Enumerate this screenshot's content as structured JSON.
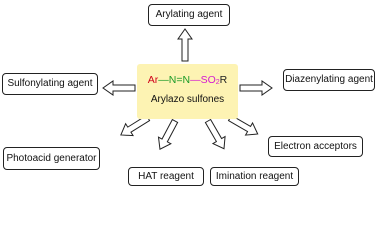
{
  "center": {
    "formula": {
      "ar": "Ar",
      "n1": "N",
      "eq": "=",
      "n2": "N",
      "so": "SO",
      "sub": "2",
      "r": "R"
    },
    "label": "Arylazo sulfones"
  },
  "nodes": {
    "arylating": "Arylating agent",
    "sulfonylating": "Sulfonylating agent",
    "diazenylating": "Diazenylating agent",
    "photoacid": "Photoacid generator",
    "hat": "HAT reagent",
    "imination": "Imination reagent",
    "electron": "Electron acceptors"
  },
  "colors": {
    "center_fill": "#fdf3b3",
    "ar": "#d0021b",
    "azo": "#1a9a28",
    "sulfonyl": "#d41ad0"
  }
}
